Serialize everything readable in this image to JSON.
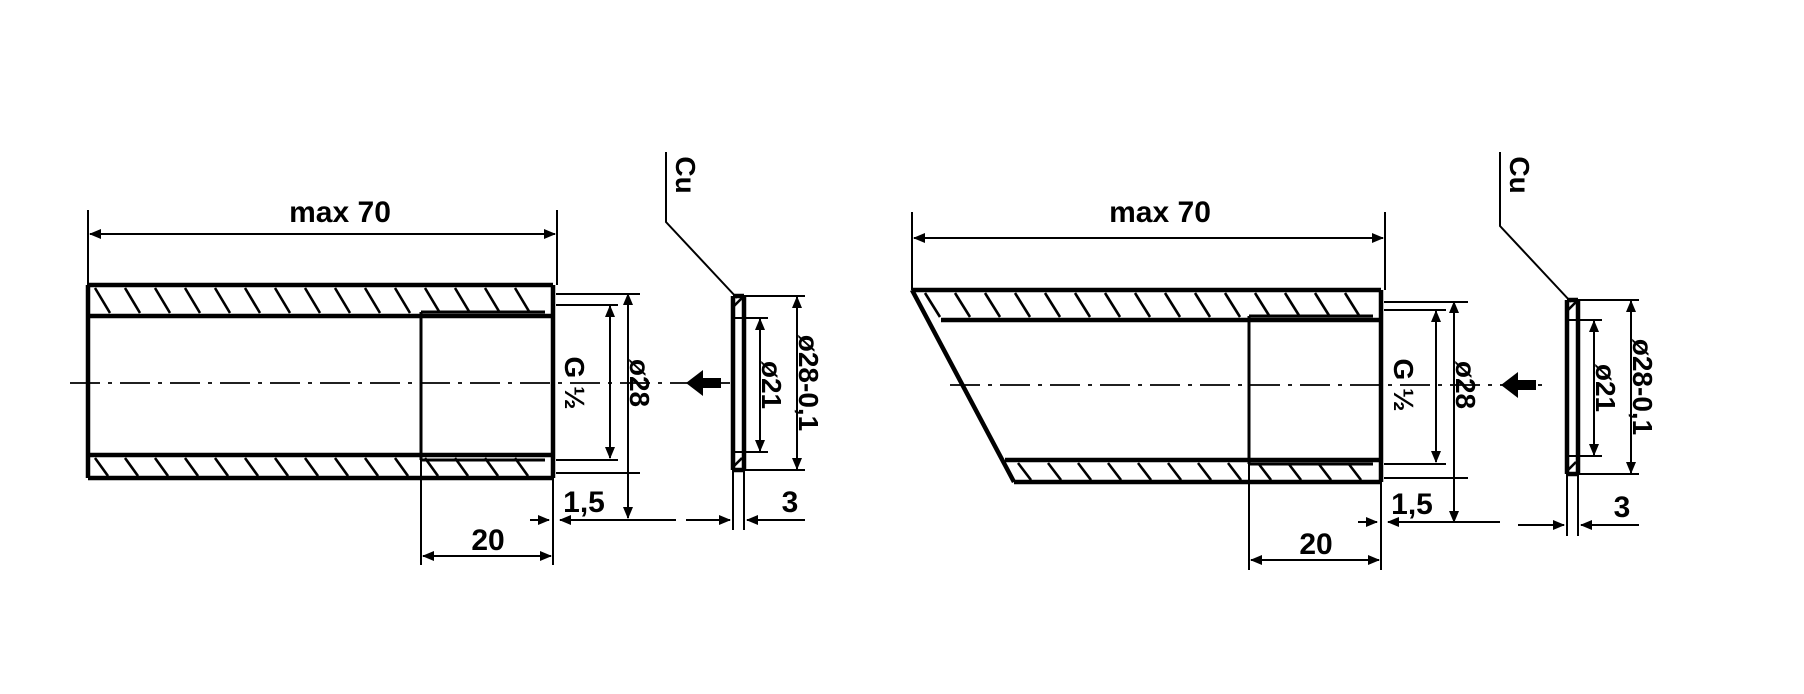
{
  "left_drawing": {
    "length_label": "max 70",
    "thread_label": "G ½",
    "outer_diameter_label": "ø28",
    "thread_depth_label": "20",
    "gap_label": "1,5"
  },
  "left_washer": {
    "material_label": "Cu",
    "inner_diameter_label": "ø21",
    "outer_diameter_label": "ø28-0,1",
    "thickness_label": "3"
  },
  "right_drawing": {
    "length_label": "max 70",
    "thread_label": "G ½",
    "outer_diameter_label": "ø28",
    "thread_depth_label": "20",
    "gap_label": "1,5"
  },
  "right_washer": {
    "material_label": "Cu",
    "inner_diameter_label": "ø21",
    "outer_diameter_label": "ø28-0,1",
    "thickness_label": "3"
  }
}
